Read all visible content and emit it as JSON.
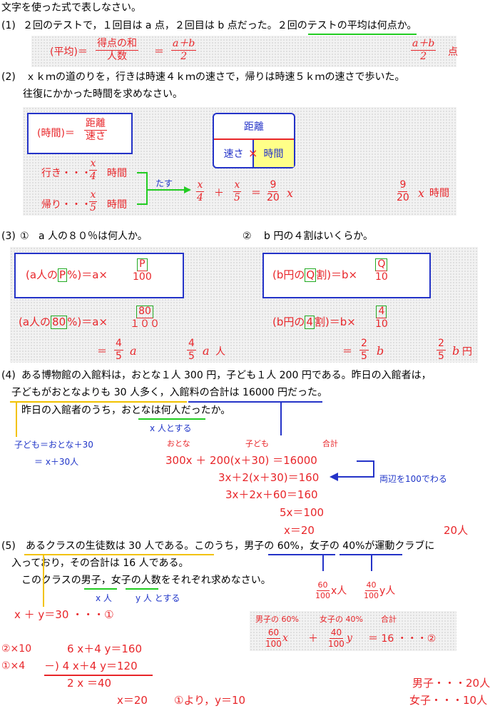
{
  "header": {
    "title": "文字を使った式で表しなさい。"
  },
  "q1": {
    "num": "(1)",
    "text": "２回のテストで，１回目は a 点，２回目は b 点だった。２回のテストの平均は何点か。",
    "lhs": "(平均)＝",
    "f1_num": "得点の和",
    "f1_den": "人数",
    "eq": "＝",
    "f2_num": "a＋b",
    "f2_den": "2",
    "ans_num": "a＋b",
    "ans_den": "2",
    "ans_unit": "点"
  },
  "q2": {
    "num": "(2)",
    "line1": "ｘｋｍの道のりを，行きは時速４ｋｍの速さで，帰りは時速５ｋｍの速さで歩いた。",
    "line2": "往復にかかった時間を求めなさい。",
    "formula_lhs": "(時間)＝",
    "formula_num": "距離",
    "formula_den": "速さ",
    "tri_top": "距離",
    "tri_left": "速さ",
    "tri_mult": "×",
    "tri_right": "時間",
    "go_label": "行き・・・",
    "go_num": "x",
    "go_den": "4",
    "go_unit": "時間",
    "back_label": "帰り・・・",
    "back_num": "x",
    "back_den": "5",
    "back_unit": "時間",
    "add_label": "たす",
    "sum_a_num": "x",
    "sum_a_den": "4",
    "plus": "＋",
    "sum_b_num": "x",
    "sum_b_den": "5",
    "eq": "＝",
    "sum_c_num": "9",
    "sum_c_den": "20",
    "sum_c_x": "x",
    "ans_num": "9",
    "ans_den": "20",
    "ans_x": "x",
    "ans_unit": "時間"
  },
  "q3": {
    "num": "(3)",
    "p1_label": "①",
    "p1_text": "a 人の８０％は何人か。",
    "p2_label": "②",
    "p2_text": "b 円の４割はいくらか。",
    "b1_pre": "(a人の",
    "b1_box": "P",
    "b1_post": "%)＝a×",
    "b1_num": "P",
    "b1_den": "100",
    "r1_pre": "(a人の",
    "r1_box": "80",
    "r1_post": "%)＝a×",
    "r1_num": "80",
    "r1_den": "１００",
    "r1_eq": "＝",
    "r1_fnum": "4",
    "r1_fden": "5",
    "r1_var": "a",
    "r1_ans_num": "4",
    "r1_ans_den": "5",
    "r1_ans_var": "a",
    "r1_ans_unit": "人",
    "b2_pre": "(b円の",
    "b2_box": "Q",
    "b2_post": "割)＝b×",
    "b2_num": "Q",
    "b2_den": "10",
    "r2_pre": "(b円の",
    "r2_box": "4",
    "r2_post": "割)＝b×",
    "r2_num": "4",
    "r2_den": "10",
    "r2_eq": "＝",
    "r2_fnum": "2",
    "r2_fden": "5",
    "r2_var": "b",
    "r2_ans_num": "2",
    "r2_ans_den": "5",
    "r2_ans_var": "b",
    "r2_ans_unit": "円"
  },
  "q4": {
    "num": "(4)",
    "line1": "ある博物館の入館料は，おとな１人 300 円，子ども１人 200 円である。昨日の入館者は，",
    "line2": "子どもがおとなよりも 30 人多く，入館料の合計は 16000 円だった。",
    "line3": "昨日の入館者のうち，おとなは何人だったか。",
    "note_x": "x 人とする",
    "note_child1": "子ども＝おとな＋30",
    "note_child2": "＝ x＋30人",
    "col_adult": "おとな",
    "col_child": "子ども",
    "col_total": "合計",
    "eq1": "300x ＋ 200(x＋30) ＝16000",
    "eq2": "3x＋2(x＋30)＝160",
    "eq3": "3x＋2x＋60＝160",
    "eq4": "5x＝100",
    "eq5": "x＝20",
    "divide_note": "両辺を100でわる",
    "answer": "20人"
  },
  "q5": {
    "num": "(5)",
    "line1": "あるクラスの生徒数は 30 人である。このうち，男子の 60%，女子の 40%が運動クラブに",
    "line2": "入っており，その合計は 16 人である。",
    "line3": "このクラスの男子，女子の人数をそれぞれ求めなさい。",
    "note_x": "x 人",
    "note_y": "y 人 とする",
    "boy_num": "60",
    "boy_den": "100",
    "boy_var": "x人",
    "girl_num": "40",
    "girl_den": "100",
    "girl_var": "y人",
    "eq_main": "x ＋ y＝30 ・・・①",
    "lbl_boy": "男子の 60%",
    "lbl_girl": "女子の 40%",
    "lbl_total": "合計",
    "e2_a_num": "60",
    "e2_a_den": "100",
    "e2_a_var": "x",
    "e2_plus": "＋",
    "e2_b_num": "40",
    "e2_b_den": "100",
    "e2_b_var": "y",
    "e2_rest": "＝ 16 ・・・②",
    "calc1_lbl": "②×10",
    "calc1": "6 x＋4 y＝160",
    "calc2_lbl": "①×4",
    "calc2": "－) 4 x＋4 y＝120",
    "calc3": "2 x ＝40",
    "calc4": "x＝20",
    "calc5": "①より，y＝10",
    "ans_boy": "男子・・・20人",
    "ans_girl": "女子・・・10人"
  }
}
